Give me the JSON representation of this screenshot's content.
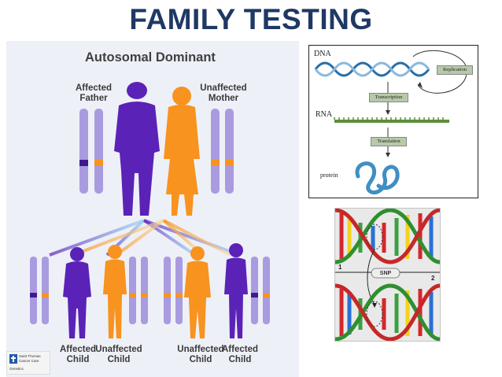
{
  "title": "FAMILY TESTING",
  "autosomal": {
    "title": "Autosomal Dominant",
    "father": [
      "Affected",
      "Father"
    ],
    "mother": [
      "Unaffected",
      "Mother"
    ],
    "children": [
      [
        "Affected",
        "Child"
      ],
      [
        "Unaffected",
        "Child"
      ],
      [
        "Unaffected",
        "Child"
      ],
      [
        "Affected",
        "Child"
      ]
    ]
  },
  "dna_diagram": {
    "dna": "DNA",
    "replication": "Replication",
    "transcription": "Transcription",
    "rna": "RNA",
    "translation": "Translation",
    "protein": "protein"
  },
  "snp_diagram": {
    "snp": "SNP",
    "marker_1": "1",
    "marker_2": "2"
  },
  "logo": {
    "line1": "Saint Thomas",
    "line2": "Cancer Care",
    "line3": "Genetics"
  },
  "colors": {
    "title": "#1f3864",
    "affected": "#5b22b8",
    "unaffected": "#f7931e",
    "chromosome": "#a99be0"
  }
}
